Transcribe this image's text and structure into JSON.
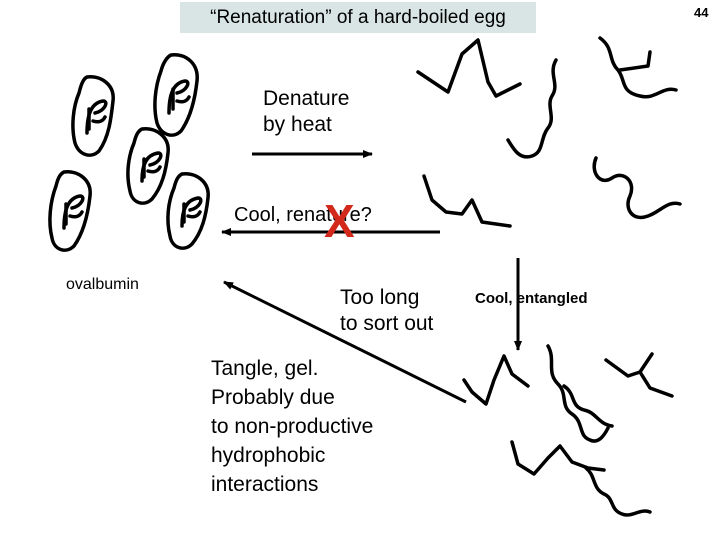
{
  "slide": {
    "title": "“Renaturation” of a hard-boiled egg",
    "page_number": "44"
  },
  "labels": {
    "denature": "Denature\nby heat",
    "renature": "Cool, renature?",
    "x_mark": "X",
    "ovalbumin": "ovalbumin",
    "too_long": "Too long\nto sort out",
    "cool_entangled": "Cool, entangled",
    "tangle": "Tangle, gel.\nProbably due\nto non-productive\nhydrophobic\ninteractions"
  },
  "colors": {
    "title_bg": "#d9e4e4",
    "x_mark": "#d2291b"
  }
}
